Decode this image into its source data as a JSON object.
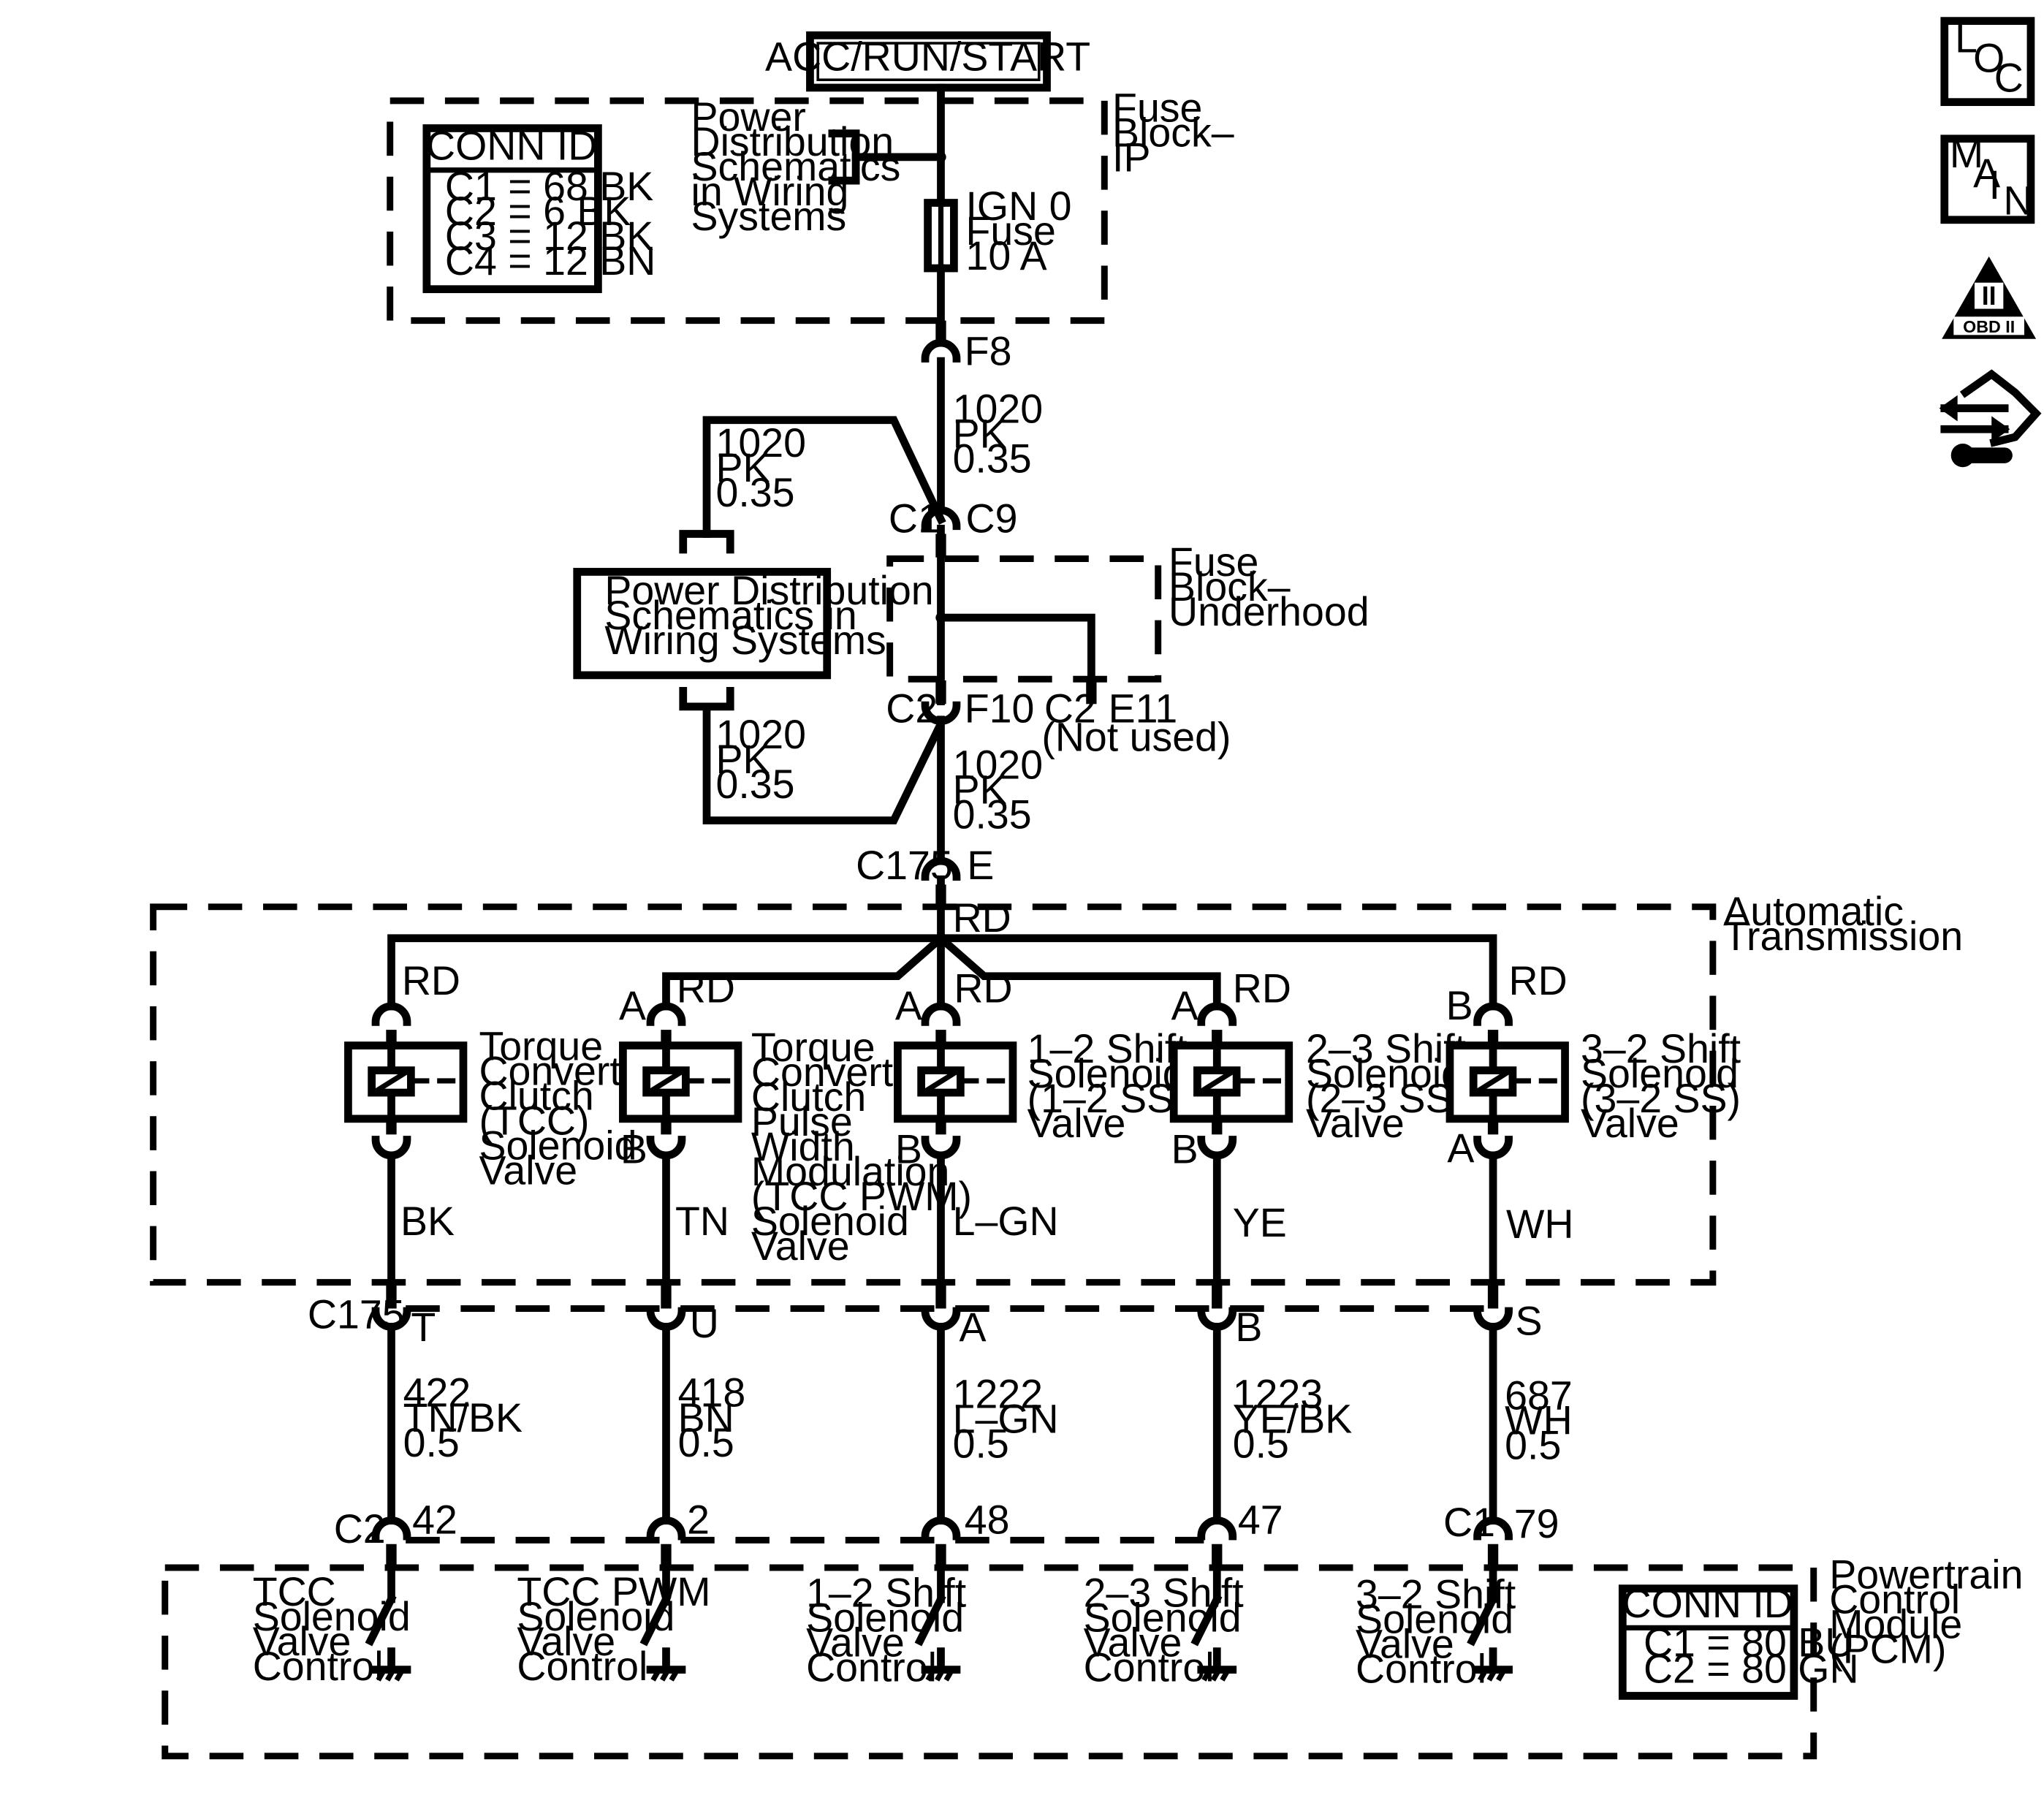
{
  "source": {
    "label": "ACC/RUN/START"
  },
  "fuse_block_ip": {
    "label": [
      "Fuse",
      "Block–",
      "IP"
    ],
    "conn_id": {
      "title": "CONN ID",
      "rows": [
        "C1 = 68 BK",
        "C2 = 6 BK",
        "C3 = 12 BK",
        "C4 = 12 BN"
      ]
    },
    "power_dist_ref": [
      "Power",
      "Distribution",
      "Schematics",
      "in Wiring",
      "Systems"
    ],
    "fuse": [
      "IGN 0",
      "Fuse",
      "10 A"
    ],
    "terminal": "F8"
  },
  "wire_main_1": [
    "1020",
    "PK",
    "0.35"
  ],
  "wire_loop_top": [
    "1020",
    "PK",
    "0.35"
  ],
  "wire_loop_bottom": [
    "1020",
    "PK",
    "0.35"
  ],
  "wire_main_2": [
    "1020",
    "PK",
    "0.35"
  ],
  "power_dist_box": [
    "Power Distribution",
    "Schematics in",
    "Wiring Systems"
  ],
  "fuse_block_underhood": {
    "label": [
      "Fuse",
      "Block–",
      "Underhood"
    ],
    "conn_top_left": "C1",
    "conn_top_right": "C9",
    "conn_bottom_left": "C2",
    "conn_bottom_right": "F10",
    "unused_conn": "C2",
    "unused_terminal": "E11",
    "unused_note": "(Not used)"
  },
  "c175_top": {
    "connector": "C175",
    "terminal": "E"
  },
  "automatic_transmission": {
    "label": [
      "Automatic",
      "Transmission"
    ],
    "feed_color": "RD",
    "solenoids": [
      {
        "top_pin": "",
        "feed": "RD",
        "bottom_pin": "",
        "name": [
          "Torque",
          "Converter",
          "Clutch",
          "(TCC)",
          "Solenoid",
          "Valve"
        ],
        "out_color": "BK"
      },
      {
        "top_pin": "A",
        "feed": "RD",
        "bottom_pin": "B",
        "name": [
          "Torque",
          "Converter",
          "Clutch",
          "Pulse",
          "Width",
          "Modulation",
          "(TCC PWM)",
          "Solenoid",
          "Valve"
        ],
        "out_color": "TN"
      },
      {
        "top_pin": "A",
        "feed": "RD",
        "bottom_pin": "B",
        "name": [
          "1–2 Shift",
          "Solenoid",
          "(1–2 SS)",
          "Valve"
        ],
        "out_color": "L–GN"
      },
      {
        "top_pin": "A",
        "feed": "RD",
        "bottom_pin": "B",
        "name": [
          "2–3 Shift",
          "Solenoid",
          "(2–3 SS)",
          "Valve"
        ],
        "out_color": "YE"
      },
      {
        "top_pin": "B",
        "feed": "RD",
        "bottom_pin": "A",
        "name": [
          "3–2 Shift",
          "Solenoid",
          "(3–2 SS)",
          "Valve"
        ],
        "out_color": "WH"
      }
    ]
  },
  "c175_bottom": {
    "connector": "C175",
    "terminals": [
      "T",
      "U",
      "A",
      "B",
      "S"
    ]
  },
  "output_wires": [
    [
      "422",
      "TN/BK",
      "0.5"
    ],
    [
      "418",
      "BN",
      "0.5"
    ],
    [
      "1222",
      "L–GN",
      "0.5"
    ],
    [
      "1223",
      "YE/BK",
      "0.5"
    ],
    [
      "687",
      "WH",
      "0.5"
    ]
  ],
  "pcm_pins": {
    "c2_label": "C2",
    "c1_label": "C1",
    "pins": [
      "42",
      "2",
      "48",
      "47",
      "79"
    ]
  },
  "pcm": {
    "label": [
      "Powertrain",
      "Control",
      "Module",
      "(PCM)"
    ],
    "conn_id": {
      "title": "CONN ID",
      "rows": [
        "C1 = 80 BU",
        "C2 = 80 GN"
      ]
    },
    "drivers": [
      [
        "TCC",
        "Solenoid",
        "Valve",
        "Control"
      ],
      [
        "TCC PWM",
        "Solenoid",
        "Valve",
        "Control"
      ],
      [
        "1–2 Shift",
        "Solenoid",
        "Valve",
        "Control"
      ],
      [
        "2–3 Shift",
        "Solenoid",
        "Valve",
        "Control"
      ],
      [
        "3–2 Shift",
        "Solenoid",
        "Valve",
        "Control"
      ]
    ]
  },
  "side_icons": {
    "loc": [
      "L",
      "O",
      "C"
    ],
    "main": [
      "M",
      "A",
      "I",
      "N"
    ],
    "obd": [
      "II",
      "OBD II"
    ]
  }
}
